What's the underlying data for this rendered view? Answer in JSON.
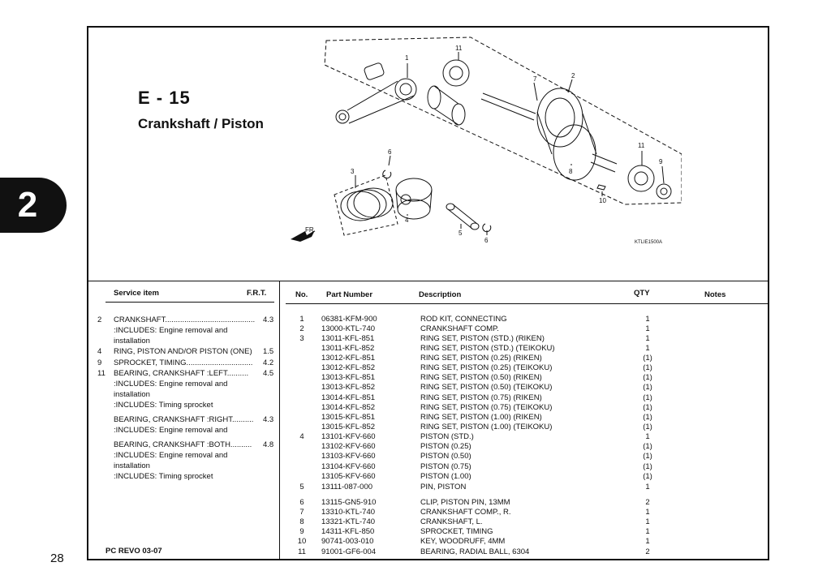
{
  "side_tab": "2",
  "page_number": "28",
  "section": {
    "code": "E - 15",
    "title": "Crankshaft / Piston"
  },
  "diagram": {
    "ref_code": "KTLIE1500A",
    "fr_label": "FR.",
    "callouts": [
      "1",
      "11",
      "2",
      "7",
      "6",
      "3",
      "4",
      "11",
      "9",
      "10",
      "8",
      "5",
      "6"
    ]
  },
  "headers": {
    "service_item": "Service item",
    "frt": "F.R.T.",
    "no": "No.",
    "part_number": "Part Number",
    "description": "Description",
    "qty": "QTY",
    "notes": "Notes"
  },
  "service_items": [
    {
      "no": "2",
      "text": "CRANKSHAFT..........................................",
      "frt": "4.3"
    },
    {
      "no": "",
      "text": ":INCLUDES: Engine removal and",
      "frt": ""
    },
    {
      "no": "",
      "text": "installation",
      "frt": ""
    },
    {
      "no": "4",
      "text": "RING, PISTON AND/OR PISTON (ONE)",
      "frt": "1.5"
    },
    {
      "no": "9",
      "text": "SPROCKET, TIMING...............................",
      "frt": "4.2"
    },
    {
      "no": "11",
      "text": "BEARING, CRANKSHAFT :LEFT..........",
      "frt": "4.5"
    },
    {
      "no": "",
      "text": ":INCLUDES: Engine removal and",
      "frt": ""
    },
    {
      "no": "",
      "text": "installation",
      "frt": ""
    },
    {
      "no": "",
      "text": ":INCLUDES: Timing sprocket",
      "frt": ""
    },
    {
      "no": "",
      "text": "BEARING, CRANKSHAFT :RIGHT..........",
      "frt": "4.3"
    },
    {
      "no": "",
      "text": ":INCLUDES: Engine removal and",
      "frt": ""
    },
    {
      "no": "",
      "text": "BEARING, CRANKSHAFT :BOTH..........",
      "frt": "4.8"
    },
    {
      "no": "",
      "text": ":INCLUDES: Engine removal and",
      "frt": ""
    },
    {
      "no": "",
      "text": "installation",
      "frt": ""
    },
    {
      "no": "",
      "text": ":INCLUDES: Timing sprocket",
      "frt": ""
    }
  ],
  "parts": [
    {
      "no": "1",
      "part": "06381-KFM-900",
      "desc": "ROD KIT, CONNECTING",
      "qty": "1"
    },
    {
      "no": "2",
      "part": "13000-KTL-740",
      "desc": "CRANKSHAFT COMP.",
      "qty": "1"
    },
    {
      "no": "3",
      "part": "13011-KFL-851",
      "desc": "RING SET, PISTON (STD.) (RIKEN)",
      "qty": "1"
    },
    {
      "no": "",
      "part": "13011-KFL-852",
      "desc": "RING SET, PISTON (STD.) (TEIKOKU)",
      "qty": "1"
    },
    {
      "no": "",
      "part": "13012-KFL-851",
      "desc": "RING SET, PISTON (0.25) (RIKEN)",
      "qty": "(1)"
    },
    {
      "no": "",
      "part": "13012-KFL-852",
      "desc": "RING SET, PISTON (0.25) (TEIKOKU)",
      "qty": "(1)"
    },
    {
      "no": "",
      "part": "13013-KFL-851",
      "desc": "RING SET, PISTON (0.50) (RIKEN)",
      "qty": "(1)"
    },
    {
      "no": "",
      "part": "13013-KFL-852",
      "desc": "RING SET, PISTON (0.50) (TEIKOKU)",
      "qty": "(1)"
    },
    {
      "no": "",
      "part": "13014-KFL-851",
      "desc": "RING SET, PISTON (0.75)  (RIKEN)",
      "qty": "(1)"
    },
    {
      "no": "",
      "part": "13014-KFL-852",
      "desc": "RING SET, PISTON (0.75) (TEIKOKU)",
      "qty": "(1)"
    },
    {
      "no": "",
      "part": "13015-KFL-851",
      "desc": "RING SET, PISTON (1.00) (RIKEN)",
      "qty": "(1)"
    },
    {
      "no": "",
      "part": "13015-KFL-852",
      "desc": "RING SET, PISTON (1.00) (TEIKOKU)",
      "qty": "(1)"
    },
    {
      "no": "4",
      "part": "13101-KFV-660",
      "desc": "PISTON (STD.)",
      "qty": "1"
    },
    {
      "no": "",
      "part": "13102-KFV-660",
      "desc": "PISTON (0.25)",
      "qty": "(1)"
    },
    {
      "no": "",
      "part": "13103-KFV-660",
      "desc": "PISTON (0.50)",
      "qty": "(1)"
    },
    {
      "no": "",
      "part": "13104-KFV-660",
      "desc": "PISTON (0.75)",
      "qty": "(1)"
    },
    {
      "no": "",
      "part": "13105-KFV-660",
      "desc": "PISTON (1.00)",
      "qty": "(1)"
    },
    {
      "no": "5",
      "part": "13111-087-000",
      "desc": "PIN, PISTON",
      "qty": "1"
    },
    {
      "no": "6",
      "part": "13115-GN5-910",
      "desc": "CLIP, PISTON PIN, 13MM",
      "qty": "2"
    },
    {
      "no": "7",
      "part": "13310-KTL-740",
      "desc": "CRANKSHAFT COMP., R.",
      "qty": "1"
    },
    {
      "no": "8",
      "part": "13321-KTL-740",
      "desc": "CRANKSHAFT, L.",
      "qty": "1"
    },
    {
      "no": "9",
      "part": "14311-KFL-850",
      "desc": "SPROCKET, TIMING",
      "qty": "1"
    },
    {
      "no": "10",
      "part": "90741-003-010",
      "desc": "KEY, WOODRUFF, 4MM",
      "qty": "1"
    },
    {
      "no": "11",
      "part": "91001-GF6-004",
      "desc": "BEARING, RADIAL BALL, 6304",
      "qty": "2"
    }
  ],
  "footer": "PC REVO   03-07"
}
